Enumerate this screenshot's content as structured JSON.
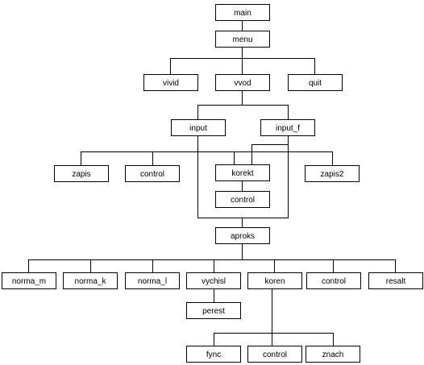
{
  "diagram": {
    "type": "hierarchy",
    "nodes": [
      {
        "id": "main",
        "label": "main"
      },
      {
        "id": "menu",
        "label": "menu"
      },
      {
        "id": "vivid",
        "label": "vivid"
      },
      {
        "id": "vvod",
        "label": "vvod"
      },
      {
        "id": "quit",
        "label": "quit"
      },
      {
        "id": "input",
        "label": "input"
      },
      {
        "id": "input_f",
        "label": "input_f"
      },
      {
        "id": "zapis",
        "label": "zapis"
      },
      {
        "id": "control_1",
        "label": "control"
      },
      {
        "id": "korekt",
        "label": "korekt"
      },
      {
        "id": "control_2",
        "label": "control"
      },
      {
        "id": "zapis2",
        "label": "zapis2"
      },
      {
        "id": "aproks",
        "label": "aproks"
      },
      {
        "id": "norma_m",
        "label": "norma_m"
      },
      {
        "id": "norma_k",
        "label": "norma_k"
      },
      {
        "id": "norma_l",
        "label": "norma_l"
      },
      {
        "id": "vychisl",
        "label": "vychisl"
      },
      {
        "id": "koren",
        "label": "koren"
      },
      {
        "id": "control_3",
        "label": "control"
      },
      {
        "id": "resalt",
        "label": "resalt"
      },
      {
        "id": "perest",
        "label": "perest"
      },
      {
        "id": "fync",
        "label": "fync"
      },
      {
        "id": "control_4",
        "label": "control"
      },
      {
        "id": "znach",
        "label": "znach"
      }
    ],
    "edges": [
      [
        "main",
        "menu"
      ],
      [
        "menu",
        "vivid"
      ],
      [
        "menu",
        "vvod"
      ],
      [
        "menu",
        "quit"
      ],
      [
        "vvod",
        "input"
      ],
      [
        "vvod",
        "input_f"
      ],
      [
        "input",
        "zapis"
      ],
      [
        "input",
        "control_1"
      ],
      [
        "input",
        "korekt"
      ],
      [
        "input_f",
        "korekt"
      ],
      [
        "input_f",
        "zapis2"
      ],
      [
        "korekt",
        "control_2"
      ],
      [
        "input",
        "aproks"
      ],
      [
        "input_f",
        "aproks"
      ],
      [
        "aproks",
        "norma_m"
      ],
      [
        "aproks",
        "norma_k"
      ],
      [
        "aproks",
        "norma_l"
      ],
      [
        "aproks",
        "vychisl"
      ],
      [
        "aproks",
        "koren"
      ],
      [
        "aproks",
        "control_3"
      ],
      [
        "aproks",
        "resalt"
      ],
      [
        "vychisl",
        "perest"
      ],
      [
        "koren",
        "fync"
      ],
      [
        "koren",
        "control_4"
      ],
      [
        "koren",
        "znach"
      ]
    ]
  }
}
